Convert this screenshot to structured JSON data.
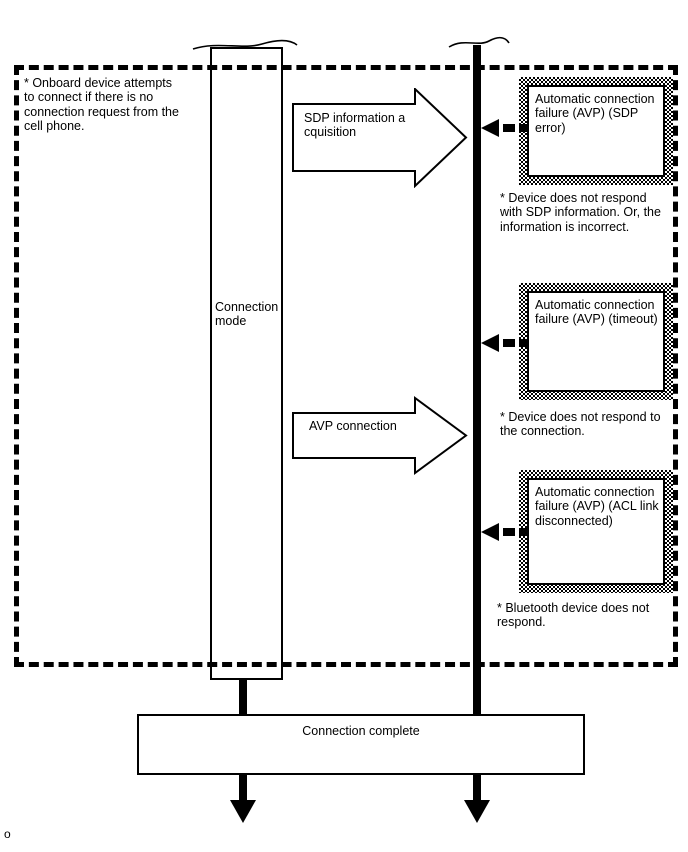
{
  "page": {
    "marker": "o"
  },
  "colors": {
    "ink": "#000000",
    "paper": "#ffffff"
  },
  "icons": {
    "block_arrow_right": "outlined block arrow pointing right",
    "dashed_arrow_left": "thick dashed arrow pointing left",
    "down_arrow": "thick solid arrow pointing down",
    "break_wave": "lifeline break squiggle"
  },
  "boundary_note": "* Onboard device attempts\nto connect if there is no\nconnection request from the\ncell phone.",
  "lifelines": {
    "connection_mode_label": "Connection\nmode"
  },
  "messages": [
    {
      "label": "SDP information a\ncquisition"
    },
    {
      "label": "AVP connection"
    }
  ],
  "failures": [
    {
      "label": "Automatic connection\nfailure (AVP) (SDP\nerror)",
      "note": "* Device does not respond\nwith SDP information. Or, the\ninformation is incorrect."
    },
    {
      "label": "Automatic connection\nfailure (AVP) (timeout)",
      "note": "* Device does not respond to\nthe connection."
    },
    {
      "label": "Automatic connection\nfailure (AVP) (ACL link\ndisconnected)",
      "note": "* Bluetooth device does not\nrespond."
    }
  ],
  "result": {
    "label": "Connection complete"
  }
}
